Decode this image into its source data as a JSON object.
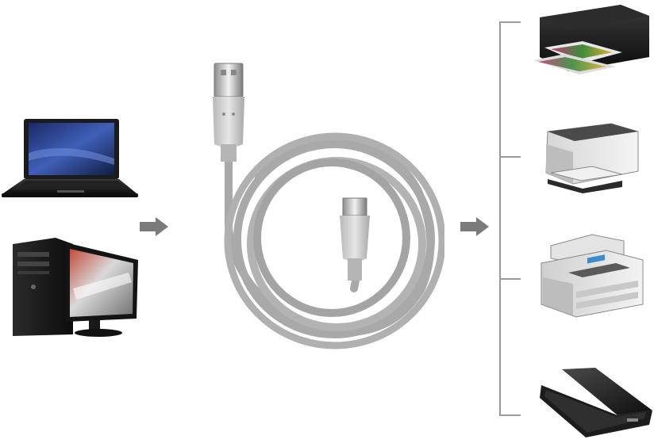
{
  "scene": {
    "sources": [
      {
        "name": "laptop",
        "icon": "laptop-icon"
      },
      {
        "name": "desktop-computer",
        "icon": "desktop-computer-icon"
      }
    ],
    "cable": {
      "icon": "usb-a-to-b-cable-icon"
    },
    "devices": [
      {
        "name": "inkjet-photo-printer",
        "icon": "inkjet-printer-icon"
      },
      {
        "name": "laser-printer",
        "icon": "laser-printer-icon"
      },
      {
        "name": "multifunction-printer",
        "icon": "multifunction-printer-icon"
      },
      {
        "name": "flatbed-scanner",
        "icon": "flatbed-scanner-icon"
      }
    ],
    "arrow_color": "#7b7b7b",
    "bracket_color": "#9a9a9a",
    "cable_color": "#a9a9a9"
  }
}
